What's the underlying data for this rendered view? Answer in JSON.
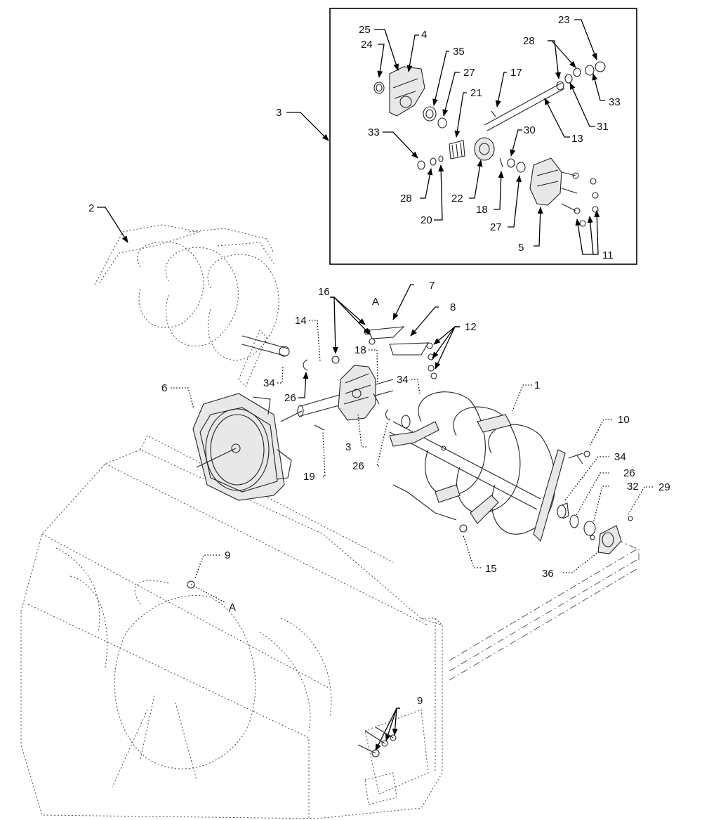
{
  "callouts": [
    {
      "id": "c1",
      "text": "1"
    },
    {
      "id": "c2",
      "text": "2"
    },
    {
      "id": "c3a",
      "text": "3"
    },
    {
      "id": "c3b",
      "text": "3"
    },
    {
      "id": "c4",
      "text": "4"
    },
    {
      "id": "c5",
      "text": "5"
    },
    {
      "id": "c6",
      "text": "6"
    },
    {
      "id": "c7",
      "text": "7"
    },
    {
      "id": "c8",
      "text": "8"
    },
    {
      "id": "c9a",
      "text": "9"
    },
    {
      "id": "c9b",
      "text": "9"
    },
    {
      "id": "c10",
      "text": "10"
    },
    {
      "id": "c11",
      "text": "11"
    },
    {
      "id": "c12",
      "text": "12"
    },
    {
      "id": "c13",
      "text": "13"
    },
    {
      "id": "c14",
      "text": "14"
    },
    {
      "id": "c15",
      "text": "15"
    },
    {
      "id": "c16",
      "text": "16"
    },
    {
      "id": "c17",
      "text": "17"
    },
    {
      "id": "c18a",
      "text": "18"
    },
    {
      "id": "c18b",
      "text": "18"
    },
    {
      "id": "c19",
      "text": "19"
    },
    {
      "id": "c20",
      "text": "20"
    },
    {
      "id": "c21",
      "text": "21"
    },
    {
      "id": "c22",
      "text": "22"
    },
    {
      "id": "c23",
      "text": "23"
    },
    {
      "id": "c24",
      "text": "24"
    },
    {
      "id": "c25",
      "text": "25"
    },
    {
      "id": "c26a",
      "text": "26"
    },
    {
      "id": "c26b",
      "text": "26"
    },
    {
      "id": "c26c",
      "text": "26"
    },
    {
      "id": "c27a",
      "text": "27"
    },
    {
      "id": "c27b",
      "text": "27"
    },
    {
      "id": "c28a",
      "text": "28"
    },
    {
      "id": "c28b",
      "text": "28"
    },
    {
      "id": "c29",
      "text": "29"
    },
    {
      "id": "c30",
      "text": "30"
    },
    {
      "id": "c31",
      "text": "31"
    },
    {
      "id": "c32",
      "text": "32"
    },
    {
      "id": "c33a",
      "text": "33"
    },
    {
      "id": "c33b",
      "text": "33"
    },
    {
      "id": "c34a",
      "text": "34"
    },
    {
      "id": "c34b",
      "text": "34"
    },
    {
      "id": "c34c",
      "text": "34"
    },
    {
      "id": "c35",
      "text": "35"
    },
    {
      "id": "c36",
      "text": "36"
    },
    {
      "id": "cA1",
      "text": "A"
    },
    {
      "id": "cA2",
      "text": "A"
    }
  ]
}
